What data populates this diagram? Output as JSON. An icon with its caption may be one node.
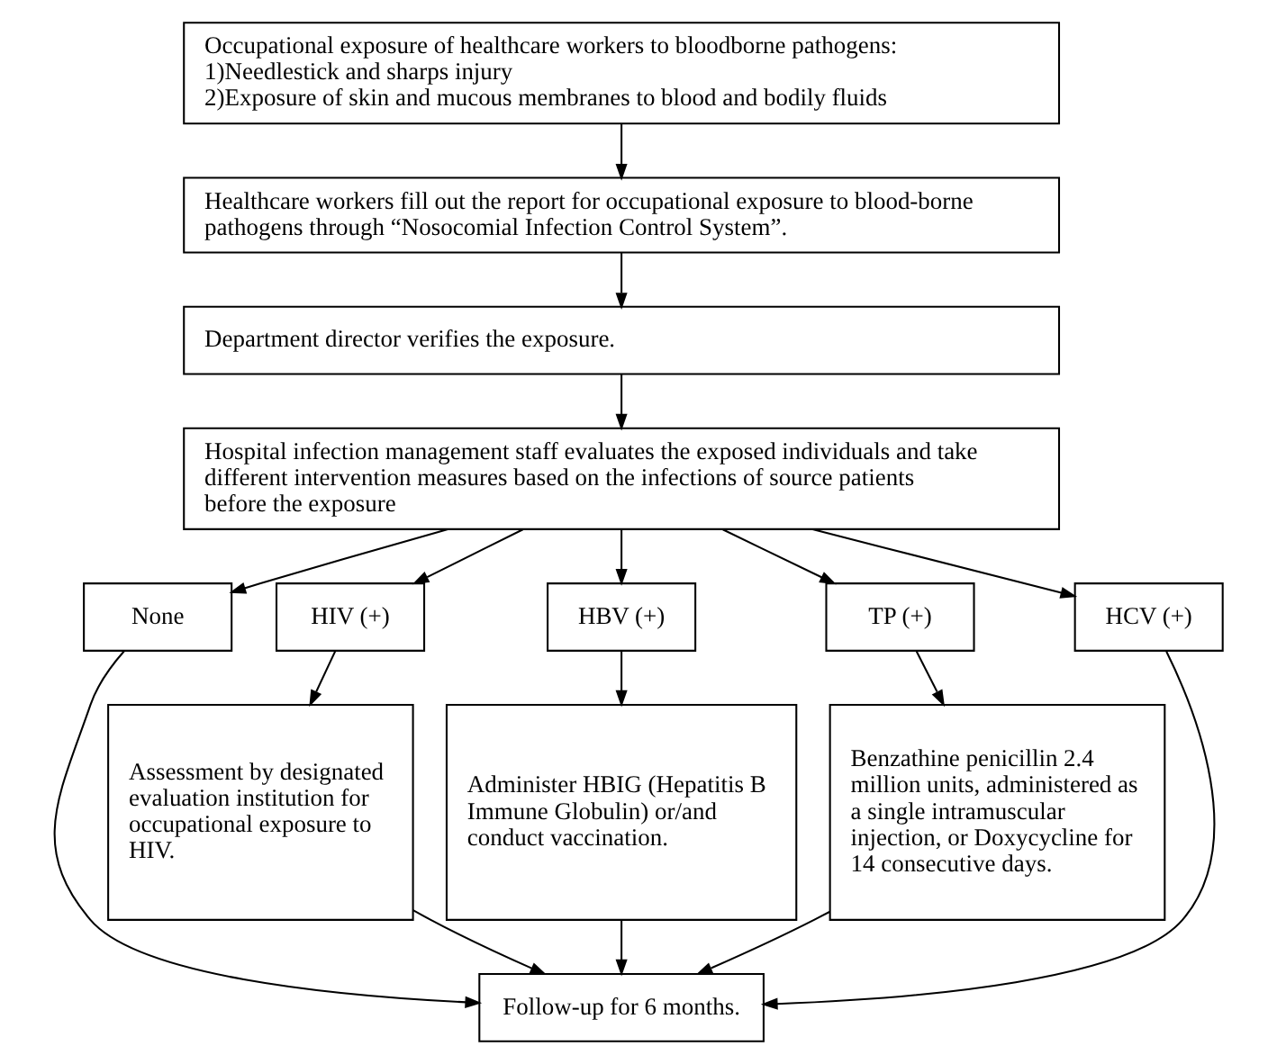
{
  "diagram": {
    "nodes": [
      {
        "text": [
          "Occupational exposure of healthcare workers to bloodborne pathogens:",
          "1)Needlestick and sharps injury",
          "2)Exposure of skin and mucous membranes to blood and bodily fluids"
        ]
      },
      {
        "text": [
          "Healthcare workers fill out the report for occupational exposure to blood-borne pathogens through “Nosocomial Infection Control System”."
        ]
      },
      {
        "text": [
          "Department director verifies the exposure."
        ]
      },
      {
        "text": [
          "Hospital infection management staff evaluates the exposed individuals and take different intervention measures based on the infections of source patients before the exposure"
        ]
      },
      {
        "text": [
          "None"
        ]
      },
      {
        "text": [
          "HIV (+)"
        ]
      },
      {
        "text": [
          "HBV (+)"
        ]
      },
      {
        "text": [
          "TP (+)"
        ]
      },
      {
        "text": [
          "HCV (+)"
        ]
      },
      {
        "text": [
          "Assessment by designated evaluation institution for occupational exposure to HIV."
        ]
      },
      {
        "text": [
          "Administer HBIG (Hepatitis B Immune Globulin) or/and conduct vaccination."
        ]
      },
      {
        "text": [
          "Benzathine penicillin 2.4 million units, administered as a single intramuscular injection, or Doxycycline for 14 consecutive days."
        ]
      },
      {
        "text": [
          "Follow-up for 6 months."
        ]
      }
    ],
    "edges": [
      {
        "from": 0,
        "to": 1,
        "arrow": "to"
      },
      {
        "from": 1,
        "to": 2,
        "arrow": "to"
      },
      {
        "from": 2,
        "to": 3,
        "arrow": "to"
      },
      {
        "from": 3,
        "to": 4,
        "arrow": "to"
      },
      {
        "from": 3,
        "to": 5,
        "arrow": "to"
      },
      {
        "from": 3,
        "to": 6,
        "arrow": "to"
      },
      {
        "from": 3,
        "to": 7,
        "arrow": "to"
      },
      {
        "from": 3,
        "to": 8,
        "arrow": "to"
      },
      {
        "from": 5,
        "to": 9,
        "arrow": "to"
      },
      {
        "from": 6,
        "to": 10,
        "arrow": "to"
      },
      {
        "from": 7,
        "to": 11,
        "arrow": "to"
      },
      {
        "from": 4,
        "to": 12,
        "arrow": "to"
      },
      {
        "from": 9,
        "to": 12,
        "arrow": "to"
      },
      {
        "from": 10,
        "to": 12,
        "arrow": "to"
      },
      {
        "from": 11,
        "to": 12,
        "arrow": "to"
      },
      {
        "from": 8,
        "to": 12,
        "arrow": "to"
      }
    ]
  }
}
